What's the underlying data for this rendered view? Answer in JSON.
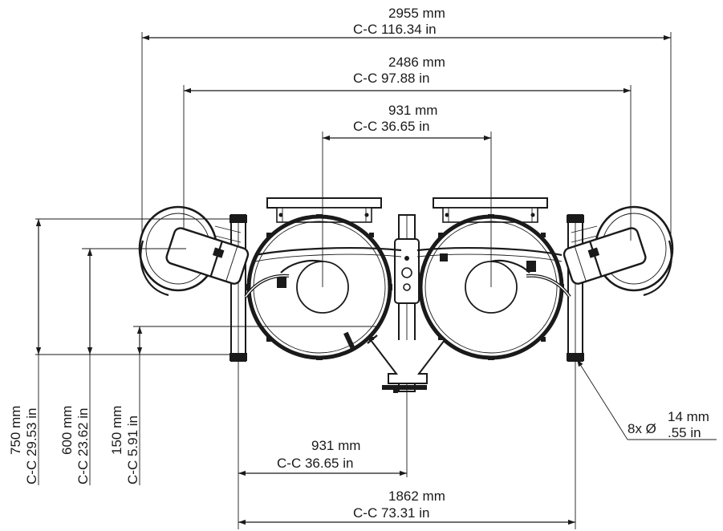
{
  "dimensions": {
    "top_overall": {
      "mm": "2955 mm",
      "in": "C-C 116.34 in"
    },
    "top_mid": {
      "mm": "2486 mm",
      "in": "C-C 97.88 in"
    },
    "top_inner": {
      "mm": "931 mm",
      "in": "C-C 36.65 in"
    },
    "left_750": {
      "mm": "750 mm",
      "in": "C-C 29.53 in"
    },
    "left_600": {
      "mm": "600 mm",
      "in": "C-C 23.62 in"
    },
    "left_150": {
      "mm": "150 mm",
      "in": "C-C 5.91 in"
    },
    "bottom_inner": {
      "mm": "931 mm",
      "in": "C-C 36.65 in"
    },
    "bottom_overall": {
      "mm": "1862 mm",
      "in": "C-C 73.31 in"
    },
    "holes": {
      "prefix": "8x Ø",
      "mm": "14 mm",
      "in": ".55 in"
    }
  }
}
